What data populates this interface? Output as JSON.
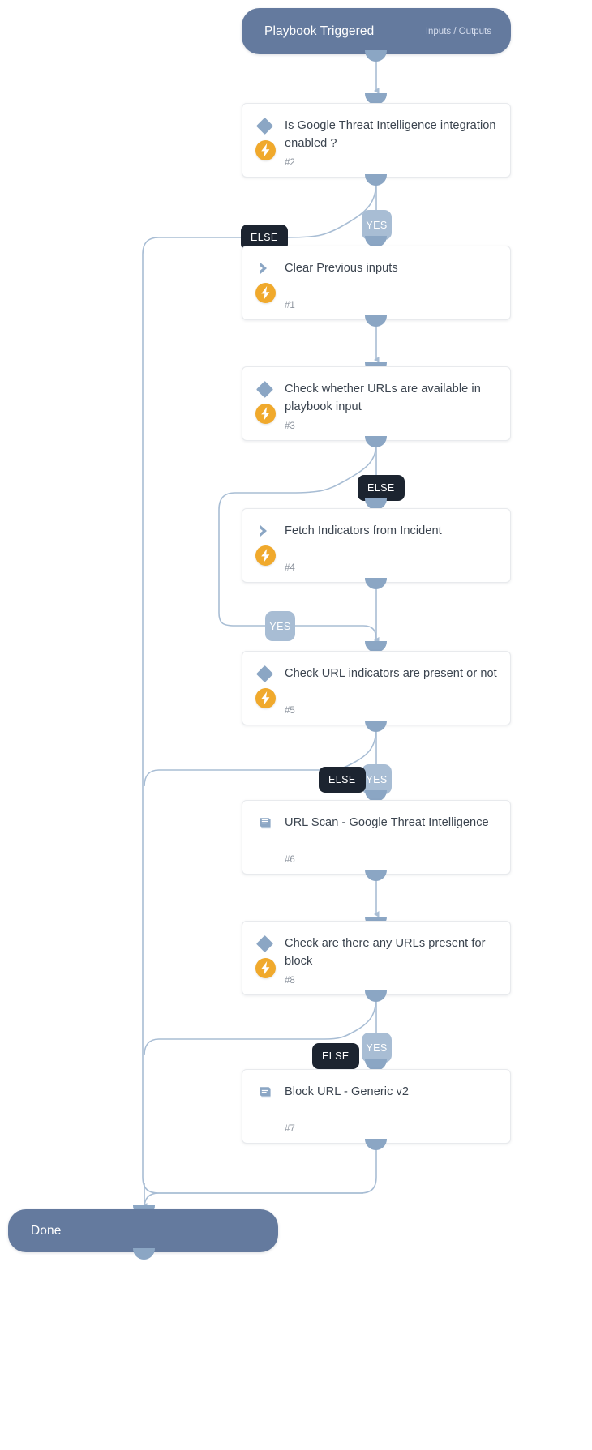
{
  "diagram": {
    "type": "playbook-workflow",
    "title": "Playbook Triggered",
    "background": "#ffffff",
    "colors": {
      "terminal_pill": "#647a9e",
      "connector_blue": "#8ba6c4",
      "edge_line": "#a8bdd4",
      "label_yes_bg": "#a8bdd4",
      "label_else_bg": "#1c2430",
      "bolt_badge": "#f0a92c",
      "card_border": "#e8eaed",
      "title_text": "#3b444f",
      "num_text": "#8d949e"
    }
  },
  "start": {
    "label": "Playbook Triggered",
    "meta": "Inputs / Outputs"
  },
  "end": {
    "label": "Done"
  },
  "labels": {
    "yes": "YES",
    "else": "ELSE"
  },
  "nodes": [
    {
      "id": "n2",
      "num": "#2",
      "title": "Is Google Threat Intelligence integration enabled ?",
      "icon": "diamond-icon",
      "has_bolt": true,
      "type": "condition"
    },
    {
      "id": "n1",
      "num": "#1",
      "title": "Clear Previous inputs",
      "icon": "chevron-icon",
      "has_bolt": true,
      "type": "section"
    },
    {
      "id": "n3",
      "num": "#3",
      "title": "Check whether URLs are available in playbook input",
      "icon": "diamond-icon",
      "has_bolt": true,
      "type": "condition"
    },
    {
      "id": "n4",
      "num": "#4",
      "title": "Fetch Indicators from Incident",
      "icon": "chevron-icon",
      "has_bolt": true,
      "type": "section"
    },
    {
      "id": "n5",
      "num": "#5",
      "title": "Check URL indicators are present or not",
      "icon": "diamond-icon",
      "has_bolt": true,
      "type": "condition"
    },
    {
      "id": "n6",
      "num": "#6",
      "title": "URL Scan - Google Threat Intelligence",
      "icon": "book-icon",
      "has_bolt": false,
      "type": "task"
    },
    {
      "id": "n8",
      "num": "#8",
      "title": "Check are there any URLs present for block",
      "icon": "diamond-icon",
      "has_bolt": true,
      "type": "condition"
    },
    {
      "id": "n7",
      "num": "#7",
      "title": "Block URL - Generic v2",
      "icon": "book-icon",
      "has_bolt": false,
      "type": "task"
    }
  ],
  "branch_labels": [
    {
      "id": "b2-yes",
      "text": "YES",
      "kind": "yes",
      "from": "n2"
    },
    {
      "id": "b2-else",
      "text": "ELSE",
      "kind": "else",
      "from": "n2"
    },
    {
      "id": "b3-else",
      "text": "ELSE",
      "kind": "else",
      "from": "n3"
    },
    {
      "id": "b3-yes",
      "text": "YES",
      "kind": "yes",
      "from": "n3"
    },
    {
      "id": "b5-else",
      "text": "ELSE",
      "kind": "else",
      "from": "n5"
    },
    {
      "id": "b5-yes",
      "text": "YES",
      "kind": "yes",
      "from": "n5"
    },
    {
      "id": "b8-else",
      "text": "ELSE",
      "kind": "else",
      "from": "n8"
    },
    {
      "id": "b8-yes",
      "text": "YES",
      "kind": "yes",
      "from": "n8"
    }
  ]
}
